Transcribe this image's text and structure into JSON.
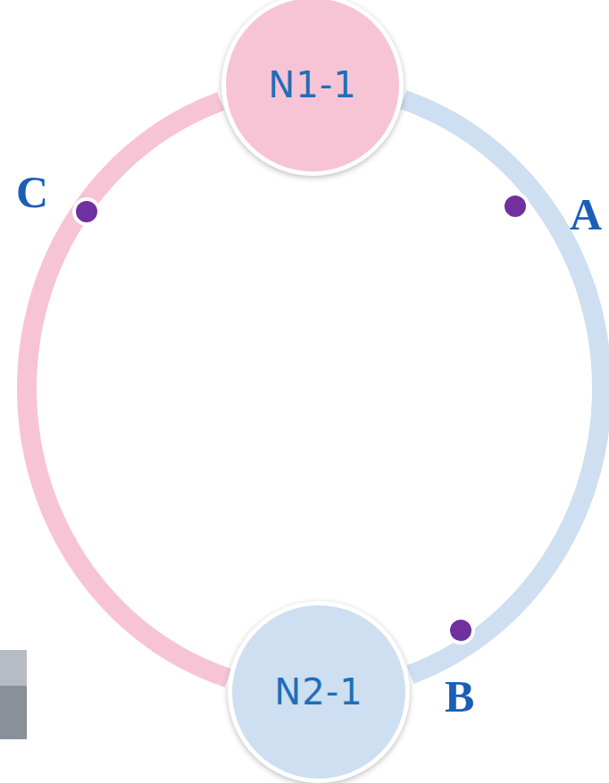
{
  "diagram": {
    "nodes": [
      {
        "text": [
          "N1-1"
        ]
      },
      {
        "text": [
          "N2-1"
        ]
      }
    ],
    "edges": [
      {
        "from": 0,
        "to": 1,
        "arrow": "none"
      },
      {
        "from": 0,
        "to": 1,
        "arrow": "none"
      }
    ],
    "labels": [
      "C",
      "A",
      "B"
    ]
  }
}
